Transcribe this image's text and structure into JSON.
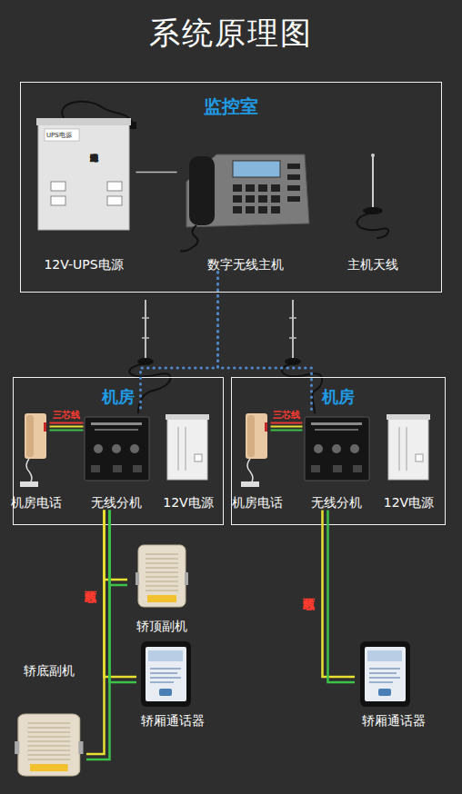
{
  "diagram": {
    "title": "系统原理图",
    "nodes": [
      {
        "text": [
          "监控室"
        ]
      },
      {
        "text": [
          "12V-UPS电源"
        ],
        "in": 0
      },
      {
        "text": [
          "数字无线主机"
        ],
        "in": 0
      },
      {
        "text": [
          "主机天线"
        ],
        "in": 0
      },
      {
        "text": [
          "机房"
        ]
      },
      {
        "text": [
          "机房电话"
        ],
        "in": 4
      },
      {
        "text": [
          "无线分机"
        ],
        "in": 4
      },
      {
        "text": [
          "12V电源"
        ],
        "in": 4
      },
      {
        "text": [
          "机房"
        ]
      },
      {
        "text": [
          "机房电话"
        ],
        "in": 8
      },
      {
        "text": [
          "无线分机"
        ],
        "in": 8
      },
      {
        "text": [
          "12V电源"
        ],
        "in": 8
      },
      {
        "text": [
          "轿顶副机"
        ]
      },
      {
        "text": [
          "轿厢通话器"
        ]
      },
      {
        "text": [
          "轿底副机"
        ]
      },
      {
        "text": [
          "轿厢通话器"
        ]
      }
    ],
    "edges": [
      {
        "from": 1,
        "to": 2,
        "arrow": "none"
      },
      {
        "from": 2,
        "to": 6,
        "arrow": "none"
      },
      {
        "from": 2,
        "to": 10,
        "arrow": "none"
      },
      {
        "from": 5,
        "to": 6,
        "label": "三芯线",
        "arrow": "none"
      },
      {
        "from": 6,
        "to": 12,
        "arrow": "none"
      },
      {
        "from": 6,
        "to": 13,
        "arrow": "none"
      },
      {
        "from": 6,
        "to": 14,
        "label": "两芯线",
        "arrow": "none"
      },
      {
        "from": 9,
        "to": 10,
        "label": "三芯线",
        "arrow": "none"
      },
      {
        "from": 10,
        "to": 15,
        "label": "两芯线",
        "arrow": "none"
      }
    ],
    "labels": [
      "UPS电源",
      "无线对讲专用电源"
    ]
  }
}
